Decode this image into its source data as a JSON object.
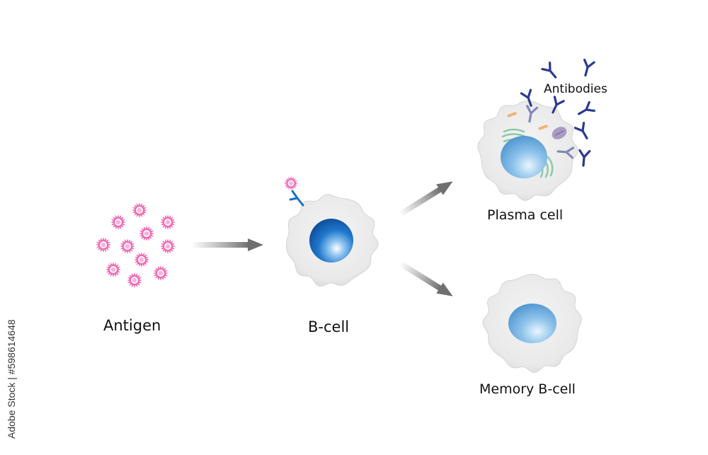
{
  "labels": {
    "antigen": "Antigen",
    "b_cell": "B-cell",
    "plasma_cell": "Plasma cell",
    "memory_b_cell": "Memory B-cell",
    "antibodies": "Antibodies"
  },
  "watermark": "Adobe Stock | #598614648",
  "colors": {
    "antigen_pink": "#f06bb4",
    "cell_gray": "#e8e8e8",
    "nucleus_blue": "#1a6fc4",
    "antibody_navy": "#2b3a8f",
    "arrow_gray": "#7a7a7a",
    "golgi_green": "#8ec9a8",
    "vesicle_orange": "#f2b27a"
  },
  "icons": [
    "antigen-icon",
    "b-cell-icon",
    "plasma-cell-icon",
    "memory-b-cell-icon",
    "antibody-icon",
    "arrow-icon"
  ]
}
